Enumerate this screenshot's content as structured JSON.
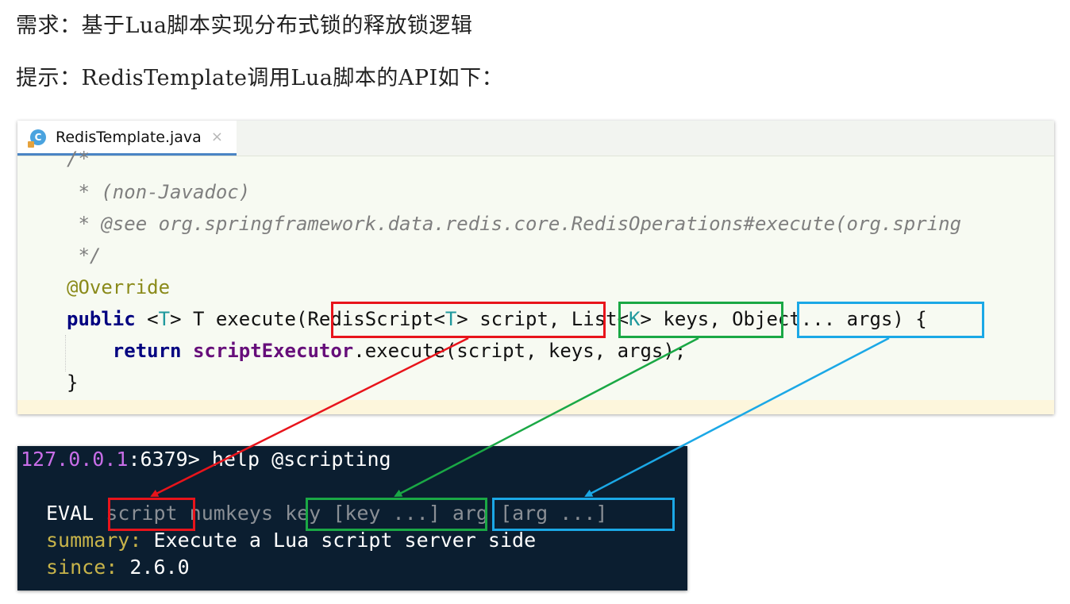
{
  "intro": {
    "requirement": "需求：基于Lua脚本实现分布式锁的释放锁逻辑",
    "hint": "提示：RedisTemplate调用Lua脚本的API如下："
  },
  "ide": {
    "tab_icon": "C",
    "tab_label": "RedisTemplate.java",
    "tab_close": "×",
    "code": {
      "comment_open": "/*",
      "comment_nonjavadoc": " * (non-Javadoc)",
      "comment_see": " * @see org.springframework.data.redis.core.RedisOperations#execute(org.spring",
      "comment_close": " */",
      "annotation": "@Override",
      "sig_public": "public",
      "sig_t1_open": " <",
      "sig_t1": "T",
      "sig_t1_close": "> T execute(",
      "sig_param1_type": "RedisScript<",
      "sig_param1_t": "T",
      "sig_param1_rest": "> script",
      "sig_comma1": ", ",
      "sig_param2_type": "List<",
      "sig_param2_k": "K",
      "sig_param2_rest": "> keys",
      "sig_comma2": ", ",
      "sig_param3": "Object... args",
      "sig_end": ") {",
      "ret_indent": "    ",
      "ret_kw": "return",
      "ret_space": " ",
      "ret_field": "scriptExecutor",
      "ret_rest": ".execute(script, keys, args);",
      "close_brace": "}"
    }
  },
  "terminal": {
    "prompt_host": "127.0.0.1",
    "prompt_port": ":6379> ",
    "command": "help @scripting",
    "eval": "EVAL",
    "script": "script",
    "numkeys": "numkeys",
    "keys": "key [key ...]",
    "args": "arg [arg ...]",
    "summary_label": "summary:",
    "summary_text": " Execute a Lua script server side",
    "since_label": "since:",
    "since_value": " 2.6.0"
  },
  "colors": {
    "red": "#e8141b",
    "green": "#1aa845",
    "blue": "#1ba8e6",
    "terminal_bg": "#0b1e30",
    "editor_bg": "#f7faf2"
  }
}
